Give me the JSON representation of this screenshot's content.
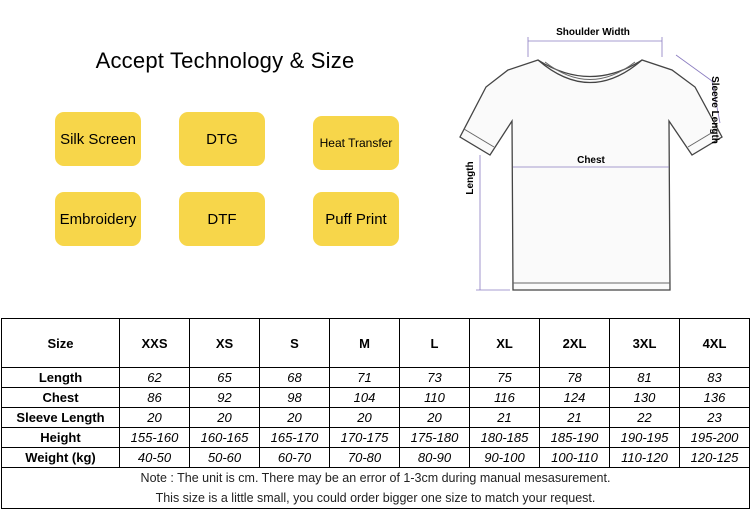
{
  "heading": "Accept Technology & Size",
  "technologies": [
    "Silk Screen",
    "DTG",
    "Heat Transfer",
    "Embroidery",
    "DTF",
    "Puff Print"
  ],
  "diagram": {
    "shoulder_label": "Shoulder Width",
    "sleeve_label": "Sleeve Length",
    "chest_label": "Chest",
    "length_label": "Length"
  },
  "table": {
    "header": [
      "Size",
      "XXS",
      "XS",
      "S",
      "M",
      "L",
      "XL",
      "2XL",
      "3XL",
      "4XL"
    ],
    "rows": [
      {
        "label": "Length",
        "values": [
          "62",
          "65",
          "68",
          "71",
          "73",
          "75",
          "78",
          "81",
          "83"
        ]
      },
      {
        "label": "Chest",
        "values": [
          "86",
          "92",
          "98",
          "104",
          "110",
          "116",
          "124",
          "130",
          "136"
        ]
      },
      {
        "label": "Sleeve Length",
        "values": [
          "20",
          "20",
          "20",
          "20",
          "20",
          "21",
          "21",
          "22",
          "23"
        ]
      },
      {
        "label": "Height",
        "values": [
          "155-160",
          "160-165",
          "165-170",
          "170-175",
          "175-180",
          "180-185",
          "185-190",
          "190-195",
          "195-200"
        ]
      },
      {
        "label": "Weight (kg)",
        "values": [
          "40-50",
          "50-60",
          "60-70",
          "70-80",
          "80-90",
          "90-100",
          "100-110",
          "110-120",
          "120-125"
        ]
      }
    ],
    "note_line1": "Note : The unit is cm.  There may be an error of 1-3cm during manual mesasurement.",
    "note_line2": "This size is a little small, you could order bigger one size to match your request."
  }
}
